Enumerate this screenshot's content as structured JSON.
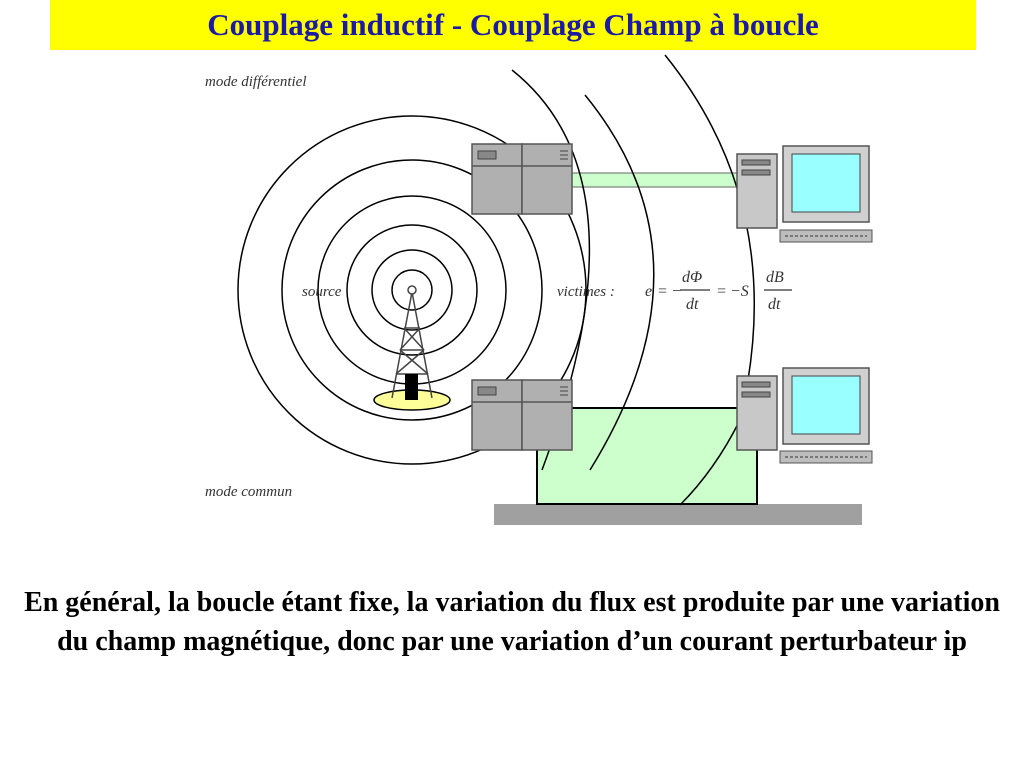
{
  "title": "Couplage inductif - Couplage Champ à boucle",
  "diagram": {
    "label_top": "mode différentiel",
    "label_bottom": "mode commun",
    "label_source": "source",
    "label_victims": "victimes :",
    "formula": {
      "e": "e",
      "eq1": "=",
      "minus1": "−",
      "dphi_num": "dΦ",
      "dphi_den": "dt",
      "eq2": "=",
      "minus_s": "−S",
      "db_num": "dB",
      "db_den": "dt"
    },
    "colors": {
      "loop_fill": "#ccffcc",
      "screen": "#99ffff",
      "equipment": "#b0b0b0",
      "ground": "#a0a0a0",
      "antenna_base": "#ffff99"
    }
  },
  "caption": "En général, la boucle étant fixe, la variation du flux est produite par une variation du champ magnétique, donc par une variation d’un courant perturbateur ip"
}
